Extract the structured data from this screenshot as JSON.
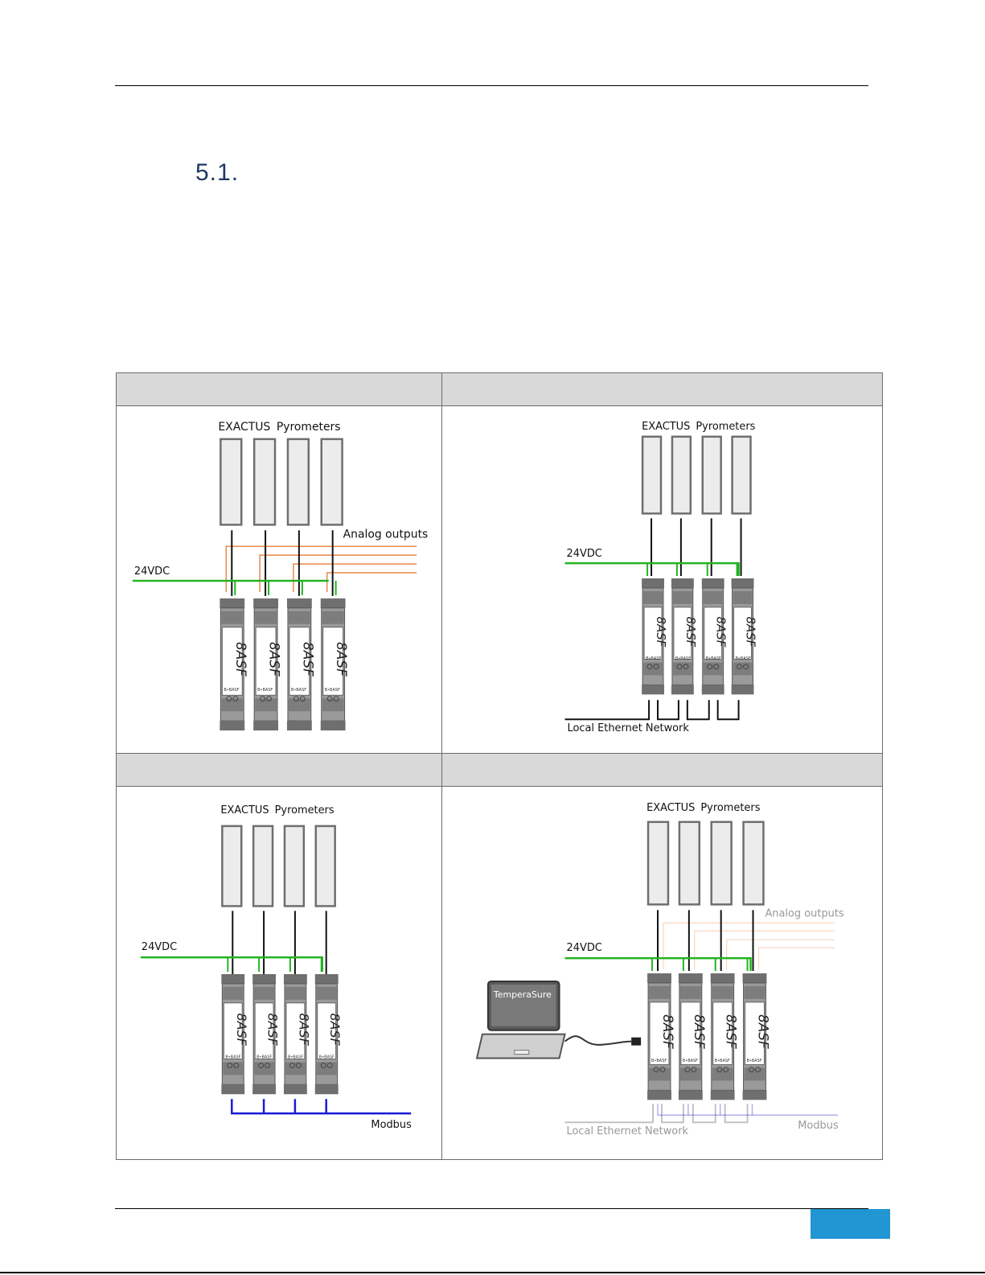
{
  "section": {
    "number": "5.1."
  },
  "diagram_text": {
    "exactus": "EXACTUS",
    "pyrometers": "Pyrometers",
    "analog_outputs": "Analog outputs",
    "power": "24VDC",
    "ethernet": "Local Ethernet Network",
    "modbus": "Modbus",
    "software": "TemperaSure",
    "display": "8ASF",
    "device_brand": "B•BASF"
  },
  "colors": {
    "rule": "#000000",
    "heading": "#1f3864",
    "table_header_fill": "#d9d9d9",
    "power_line": "#22b422",
    "analog_line": "#e8894a",
    "modbus_line": "#1a1ad6",
    "page_tab": "#2196d3"
  }
}
